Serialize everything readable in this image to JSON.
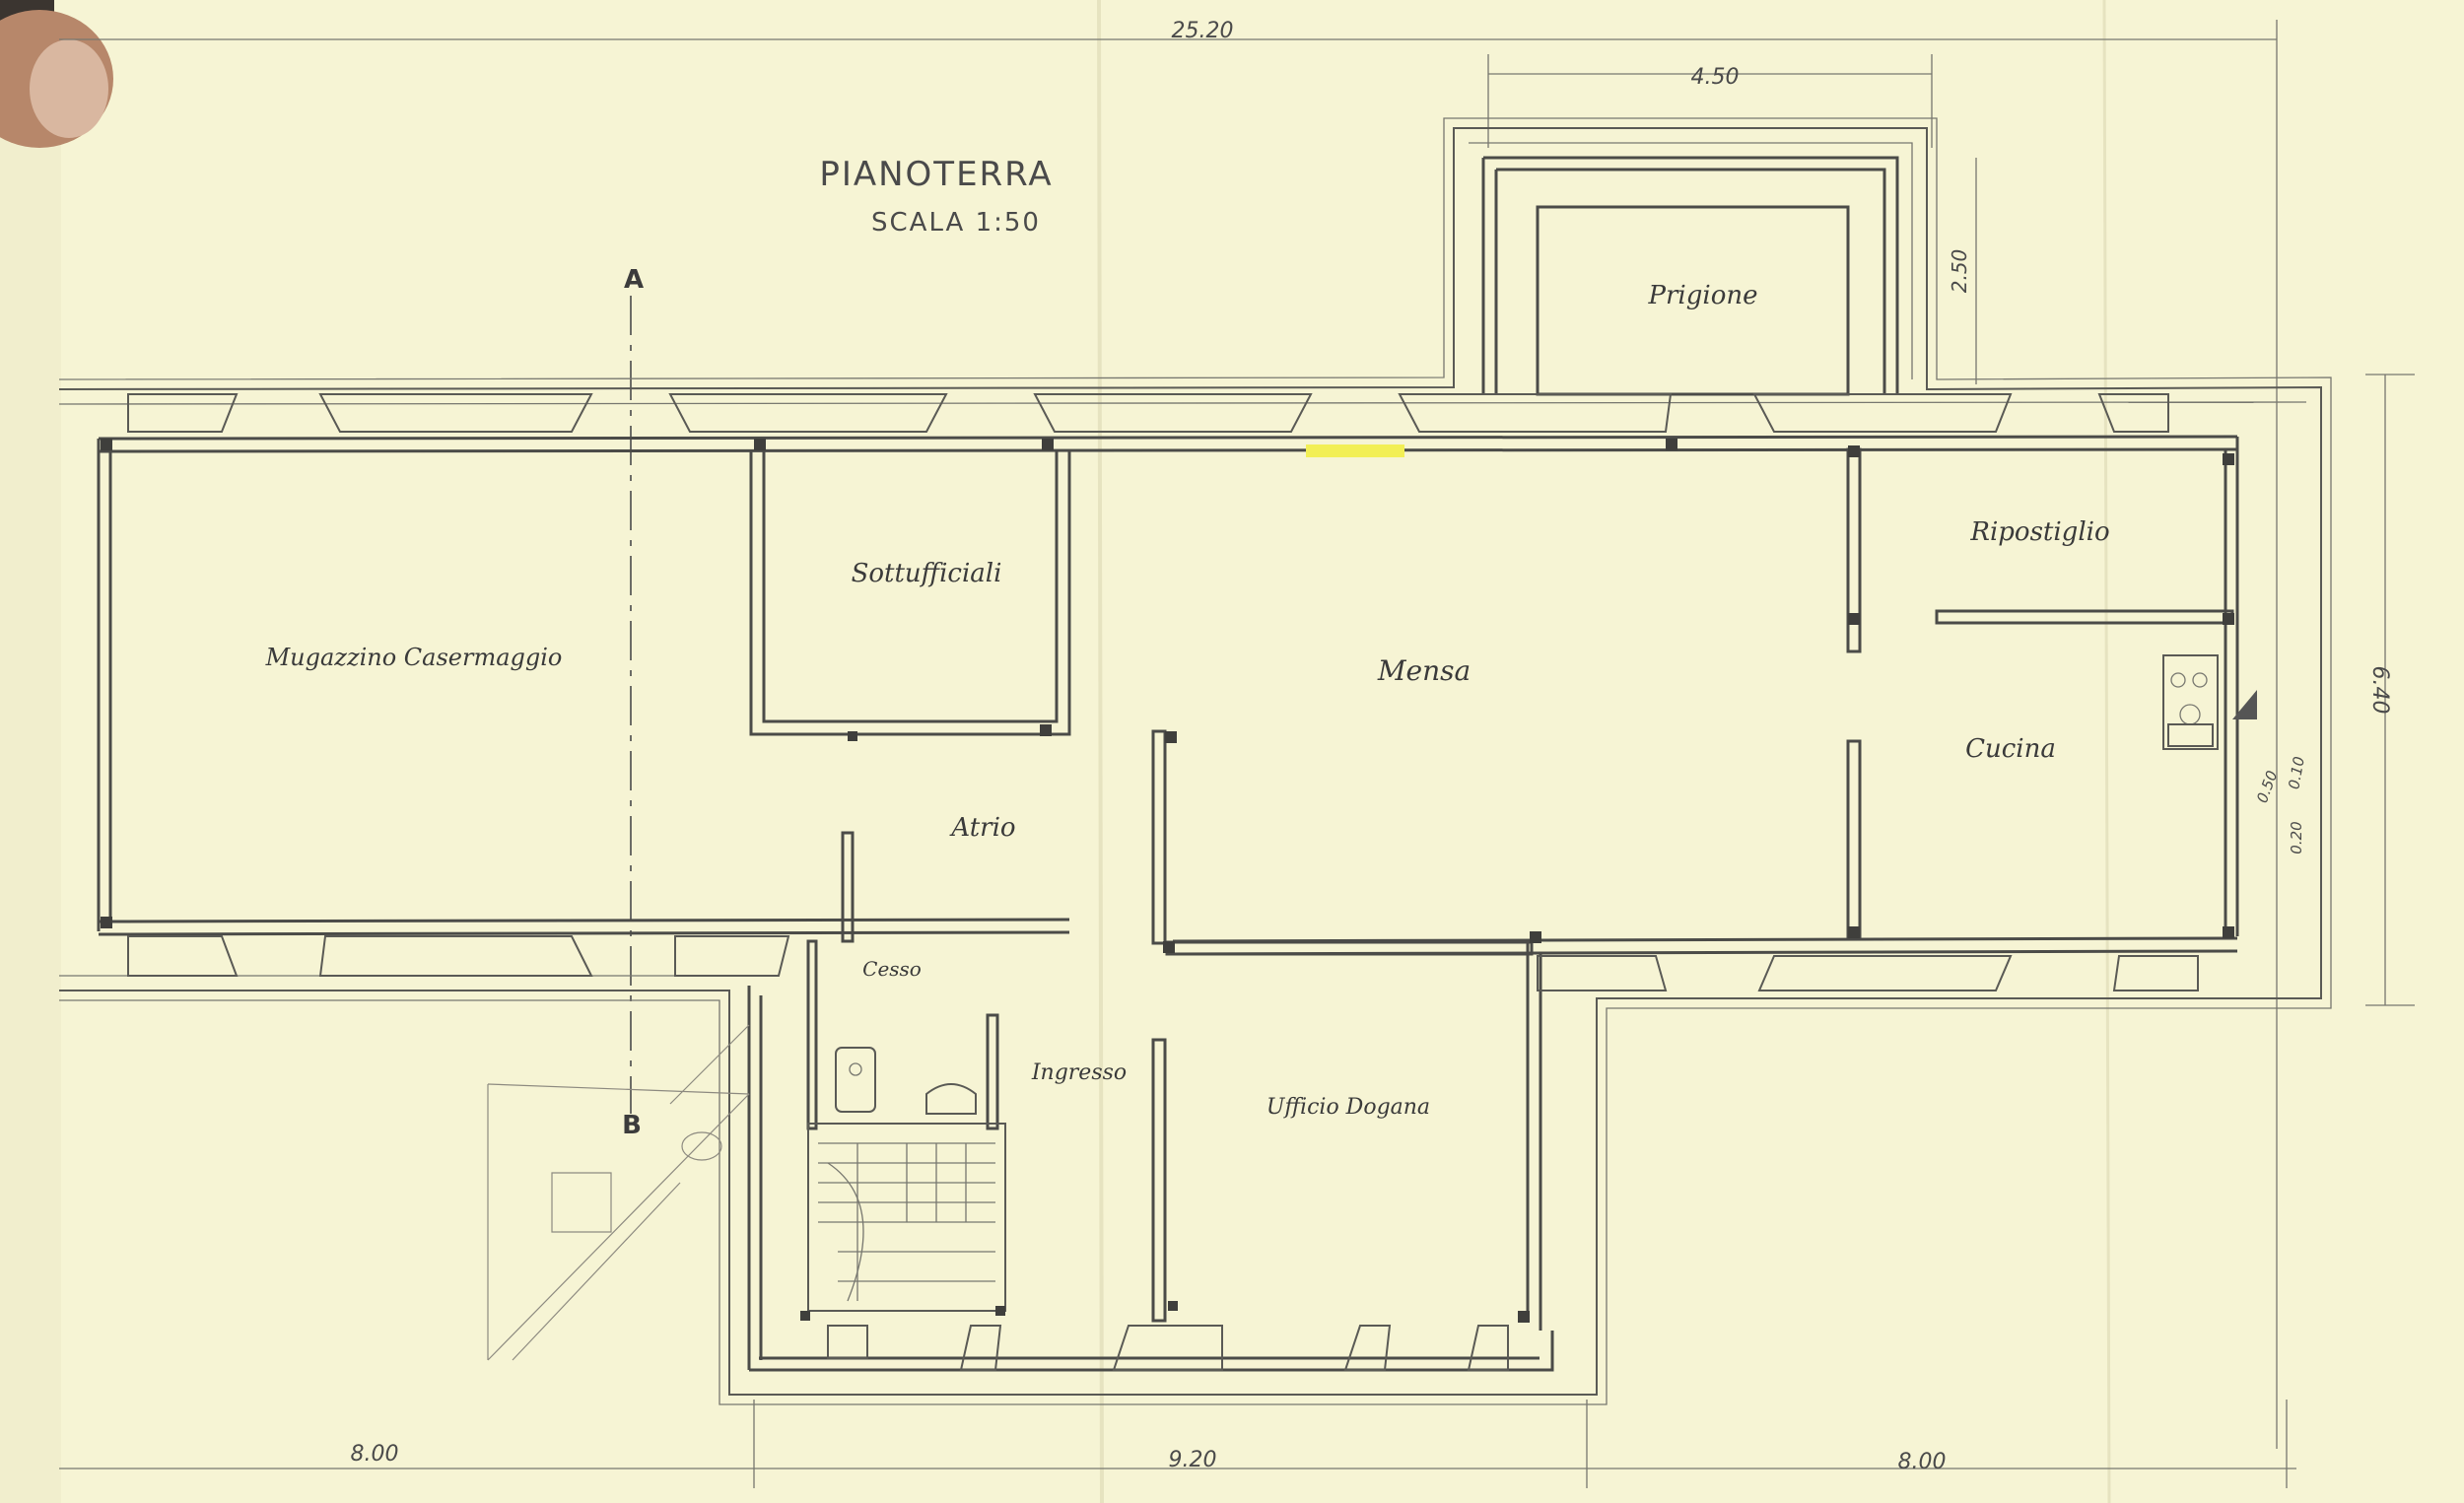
{
  "plan": {
    "title": "PIANOTERRA",
    "scale": "SCALA 1:50",
    "section_a": "A",
    "section_b": "B"
  },
  "rooms": {
    "magazzino": "Mugazzino Casermaggio",
    "sottufficiali": "Sottufficiali",
    "mensa": "Mensa",
    "prigione": "Prigione",
    "ripostiglio": "Ripostiglio",
    "cucina": "Cucina",
    "atrio": "Atrio",
    "cesso": "Cesso",
    "ingresso": "Ingresso",
    "ufficio": "Ufficio Dogana"
  },
  "dimensions": {
    "total_width": "25.20",
    "prigione_width": "4.50",
    "prigione_depth": "2.50",
    "total_depth": "6.40",
    "bottom_left": "8.00",
    "bottom_center": "9.20",
    "bottom_right": "8.00",
    "wall_a": "0.50",
    "wall_b": "0.10",
    "wall_c": "0.20"
  },
  "colors": {
    "paper": "#f6f4d4",
    "ink": "#4b4b48",
    "highlight": "#f2ef55"
  }
}
